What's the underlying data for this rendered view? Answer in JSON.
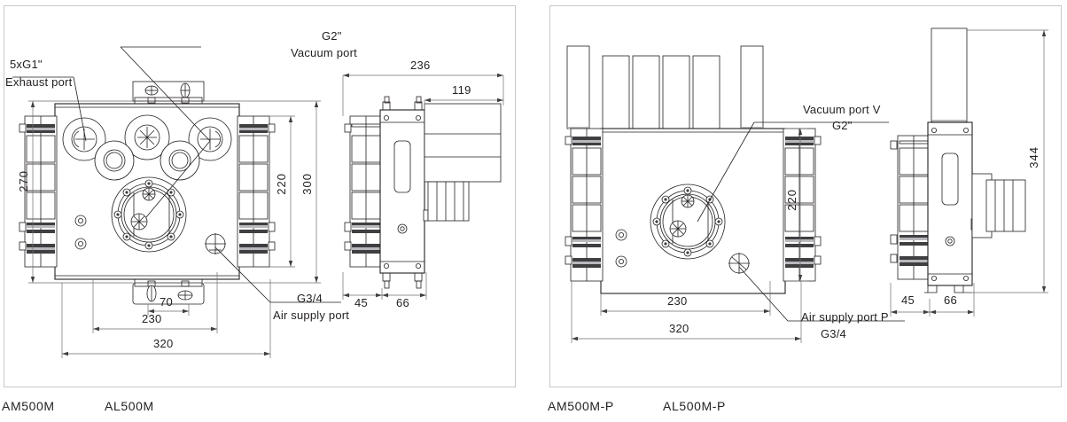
{
  "figure": {
    "title_not_shown": "",
    "captions": [
      {
        "id": "cap-a",
        "text": "AM500M"
      },
      {
        "id": "cap-b",
        "text": "AL500M"
      },
      {
        "id": "cap-c",
        "text": "AM500M-P"
      },
      {
        "id": "cap-d",
        "text": "AL500M-P"
      }
    ]
  },
  "left_panel": {
    "name": "AM500M / AL500M dimensional drawing",
    "callouts": {
      "exhaust_qty": "5xG1\"",
      "exhaust_label": "Exhaust port",
      "vacuum_size": "G2\"",
      "vacuum_label": "Vacuum port",
      "air_size": "G3/4",
      "air_label": "Air supply port"
    },
    "dimensions": {
      "height_overall": "270",
      "height_body": "220",
      "height_total": "300",
      "width_overall": "320",
      "width_mount": "230",
      "width_bolt": "70",
      "depth_overall": "236",
      "depth_module": "119",
      "depth_a": "45",
      "depth_b": "66"
    }
  },
  "right_panel": {
    "name": "AM500M-P / AL500M-P dimensional drawing",
    "callouts": {
      "vacuum_label": "Vacuum port V",
      "vacuum_size": "G2\"",
      "air_label": "Air supply port P",
      "air_size": "G3/4"
    },
    "dimensions": {
      "height_body": "220",
      "height_total": "344",
      "width_overall": "320",
      "width_mount": "230",
      "depth_a": "45",
      "depth_b": "66"
    }
  },
  "colors": {
    "line": "#231f20",
    "border": "#c8c8cc",
    "shade": "#6d6e71",
    "background": "#ffffff"
  }
}
